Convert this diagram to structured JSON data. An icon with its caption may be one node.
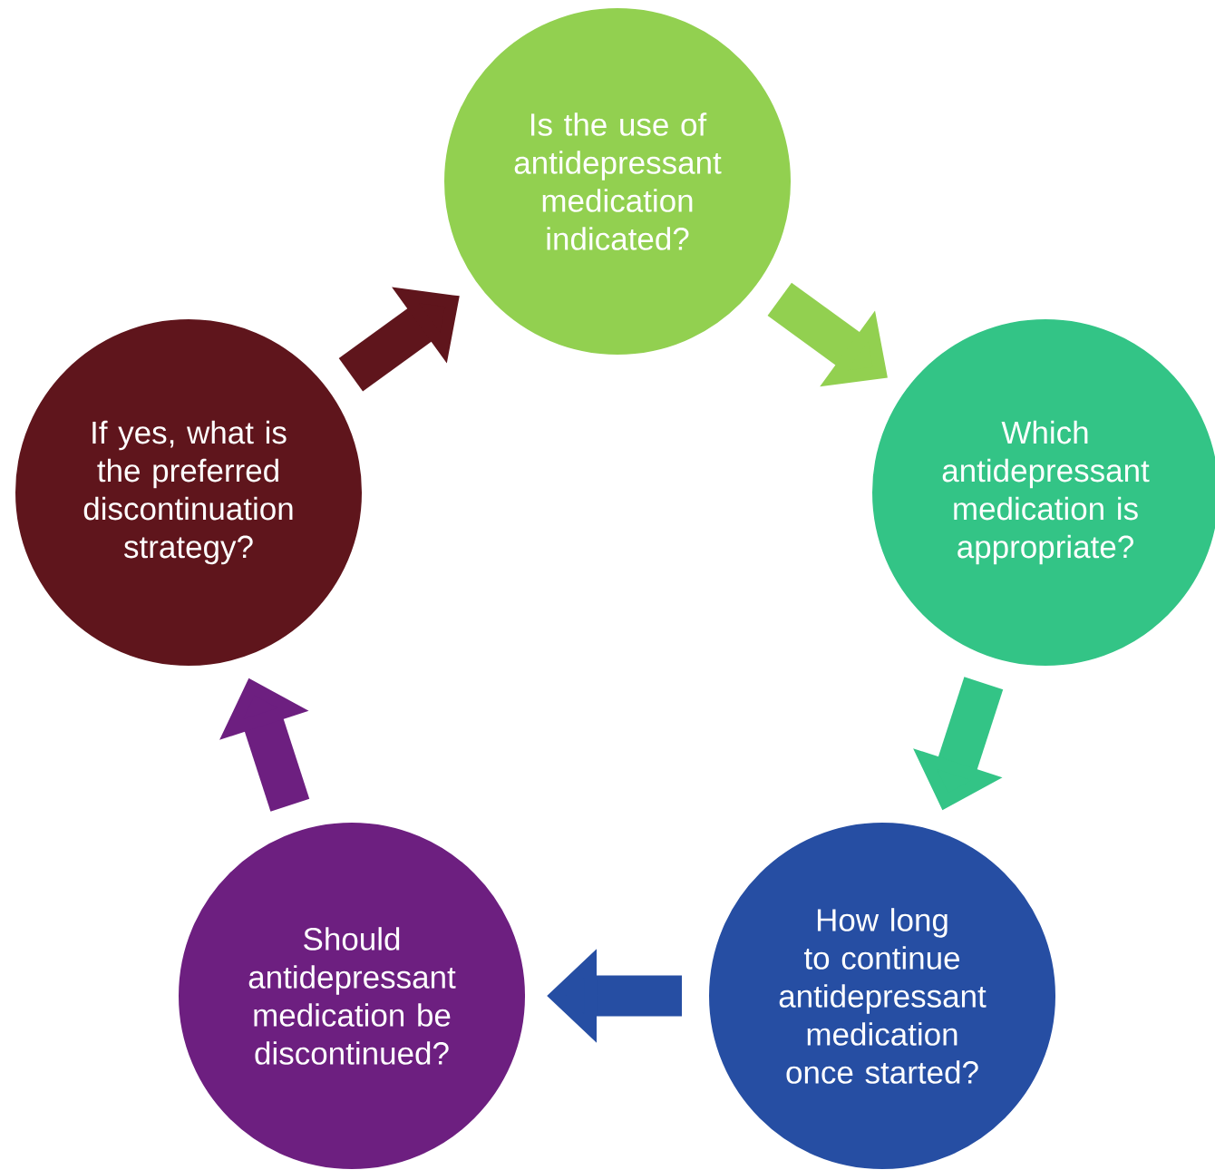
{
  "diagram": {
    "nodes": [
      {
        "text": [
          "Is the use of antidepressant medication indicated?"
        ]
      },
      {
        "text": [
          "Which antidepressant medication is appropriate?"
        ]
      },
      {
        "text": [
          "How long to continue antidepressant medication once started?"
        ]
      },
      {
        "text": [
          "Should antidepressant medication be discontinued?"
        ]
      },
      {
        "text": [
          "If yes, what is the preferred discontinuation strategy?"
        ]
      }
    ],
    "edges": [
      {
        "from": 0,
        "to": 1,
        "arrow": "to",
        "color": "#92d050"
      },
      {
        "from": 1,
        "to": 2,
        "arrow": "to",
        "color": "#33c486"
      },
      {
        "from": 2,
        "to": 3,
        "arrow": "to",
        "color": "#264ea3"
      },
      {
        "from": 3,
        "to": 4,
        "arrow": "to",
        "color": "#6d1f80"
      },
      {
        "from": 4,
        "to": 0,
        "arrow": "to",
        "color": "#5f151c"
      }
    ]
  }
}
